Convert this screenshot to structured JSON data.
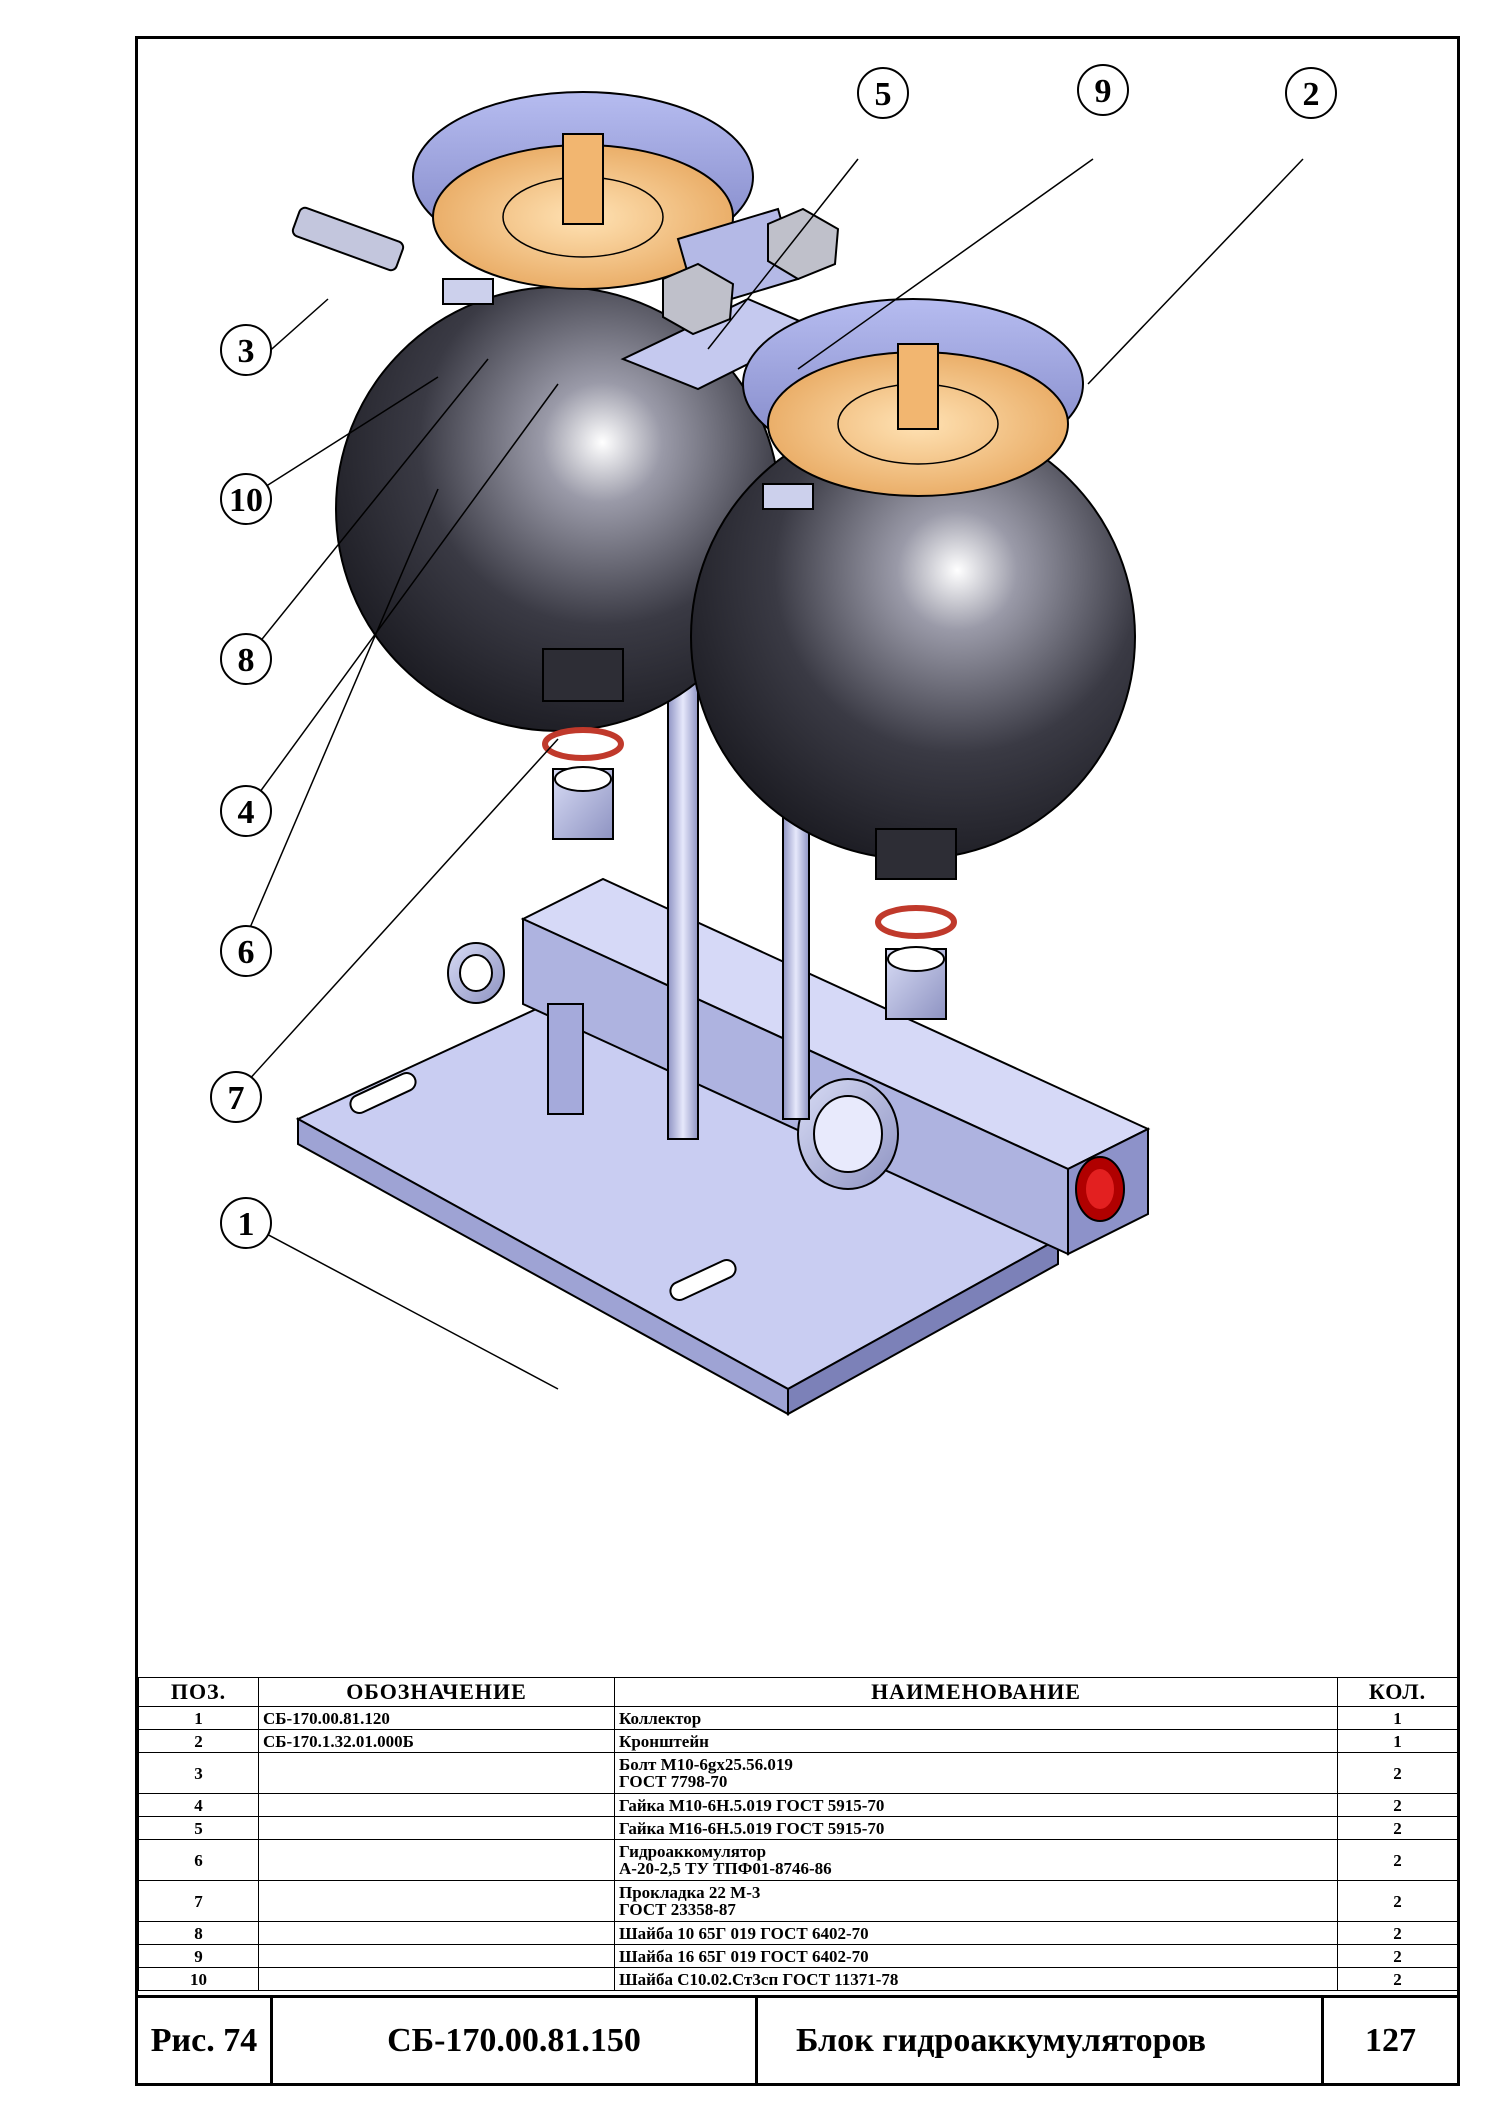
{
  "callouts": [
    "1",
    "2",
    "3",
    "4",
    "5",
    "6",
    "7",
    "8",
    "9",
    "10"
  ],
  "spec": {
    "headers": {
      "pos": "ПОЗ.",
      "code": "ОБОЗНАЧЕНИЕ",
      "name": "НАИМЕНОВАНИЕ",
      "qty": "КОЛ."
    },
    "rows": [
      {
        "pos": "1",
        "code": "СБ-170.00.81.120",
        "name": "Коллектор",
        "qty": "1"
      },
      {
        "pos": "2",
        "code": "СБ-170.1.32.01.000Б",
        "name": "Кронштейн",
        "qty": "1"
      },
      {
        "pos": "3",
        "code": "",
        "name": "Болт М10-6gх25.56.019\nГОСТ 7798-70",
        "qty": "2"
      },
      {
        "pos": "4",
        "code": "",
        "name": "Гайка М10-6Н.5.019 ГОСТ 5915-70",
        "qty": "2"
      },
      {
        "pos": "5",
        "code": "",
        "name": "Гайка М16-6Н.5.019 ГОСТ 5915-70",
        "qty": "2"
      },
      {
        "pos": "6",
        "code": "",
        "name": "Гидроаккомулятор\n А-20-2,5 ТУ ТПФ01-8746-86",
        "qty": "2"
      },
      {
        "pos": "7",
        "code": "",
        "name": "Прокладка 22 М-3\n ГОСТ 23358-87",
        "qty": "2"
      },
      {
        "pos": "8",
        "code": "",
        "name": "Шайба 10 65Г 019 ГОСТ 6402-70",
        "qty": "2"
      },
      {
        "pos": "9",
        "code": "",
        "name": "Шайба 16 65Г 019 ГОСТ 6402-70",
        "qty": "2"
      },
      {
        "pos": "10",
        "code": "",
        "name": "Шайба С10.02.Ст3сп ГОСТ 11371-78",
        "qty": "2"
      }
    ]
  },
  "title_block": {
    "figure": "Рис. 74",
    "designation": "СБ-170.00.81.150",
    "title": "Блок гидроаккумуляторов",
    "page": "127"
  }
}
